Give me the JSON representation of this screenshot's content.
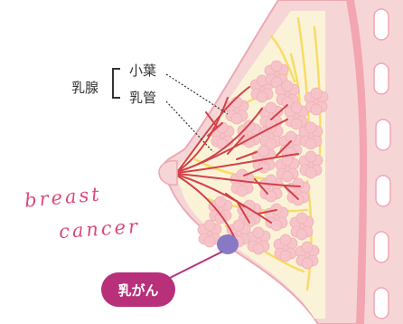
{
  "labels": {
    "mammary_gland": "乳腺",
    "lobule": "小葉",
    "duct": "乳管",
    "script_line1": "breast",
    "script_line2": "cancer",
    "tumor_tag": "乳がん"
  },
  "colors": {
    "skin": "#f6d5d7",
    "skin_outline": "#eca9b3",
    "tissue": "#fbf3d8",
    "fat_veins": "#f7dc66",
    "lobule": "#f6c4c8",
    "lobule_edge": "#eeafb5",
    "duct": "#d3414a",
    "tumor": "#8779c6",
    "tag": "#b8307a",
    "chest_wall": "#f3a5b2",
    "ribs": "#ffffff",
    "script_text": "#d94a7d"
  }
}
